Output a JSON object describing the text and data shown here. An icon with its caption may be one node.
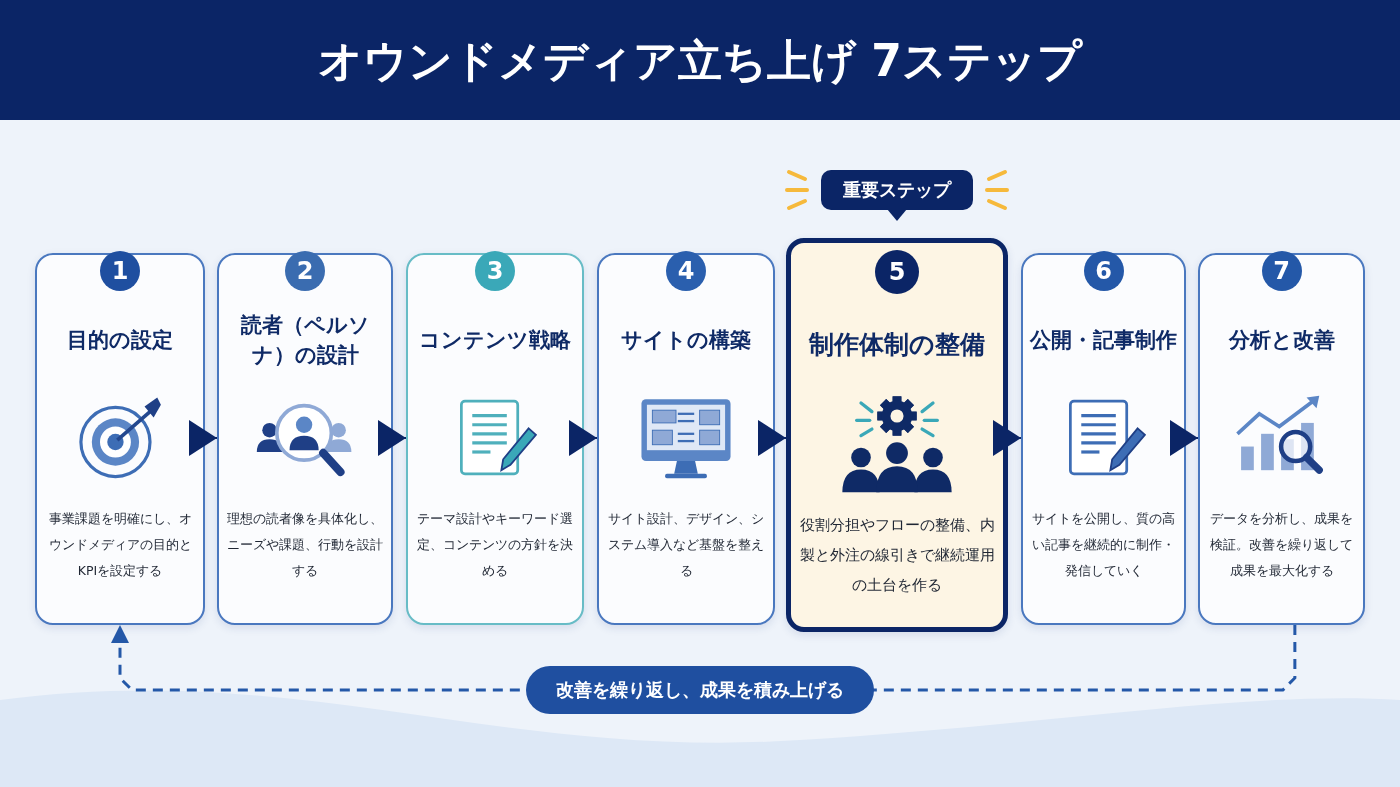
{
  "diagram": {
    "title": "オウンドメディア立ち上げ 7ステップ",
    "nodes": [
      {
        "text": [
          "1",
          "目的の設定",
          "事業課題を明確にし、オウンドメディアの目的とKPIを設定する"
        ]
      },
      {
        "text": [
          "2",
          "読者（ペルソナ）の設計",
          "理想の読者像を具体化し、ニーズや課題、行動を設計する"
        ]
      },
      {
        "text": [
          "3",
          "コンテンツ戦略",
          "テーマ設計やキーワード選定、コンテンツの方針を決める"
        ]
      },
      {
        "text": [
          "4",
          "サイトの構築",
          "サイト設計、デザイン、システム導入など基盤を整える"
        ]
      },
      {
        "text": [
          "5",
          "制作体制の整備",
          "役割分担やフローの整備、内製と外注の線引きで継続運用の土台を作る"
        ],
        "beside": [
          "重要ステップ"
        ]
      },
      {
        "text": [
          "6",
          "公開・記事制作",
          "サイトを公開し、質の高い記事を継続的に制作・発信していく"
        ]
      },
      {
        "text": [
          "7",
          "分析と改善",
          "データを分析し、成果を検証。改善を繰り返して成果を最大化する"
        ]
      }
    ],
    "edges": [
      {
        "from": 0,
        "to": 1,
        "arrow": "to"
      },
      {
        "from": 1,
        "to": 2,
        "arrow": "to"
      },
      {
        "from": 2,
        "to": 3,
        "arrow": "to"
      },
      {
        "from": 3,
        "to": 4,
        "arrow": "to"
      },
      {
        "from": 4,
        "to": 5,
        "arrow": "to"
      },
      {
        "from": 5,
        "to": 6,
        "arrow": "to"
      },
      {
        "from": 6,
        "to": 0,
        "arrow": "to",
        "style": "dashed",
        "color": "#2458a8",
        "label": "改善を繰り返し、成果を積み上げる"
      }
    ]
  }
}
